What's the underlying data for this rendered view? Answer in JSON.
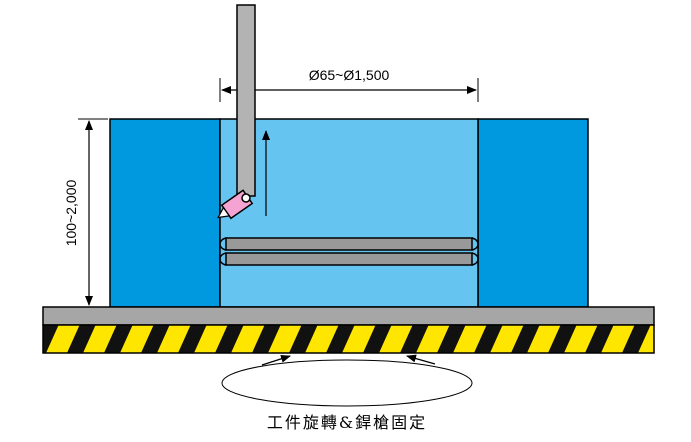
{
  "dimension_width": "Ø65~Ø1,500",
  "dimension_height": "100~2,000",
  "caption": "工件旋轉&銲槍固定",
  "colors": {
    "outer_blocks": "#0099e0",
    "inner_cavity": "#66c4f0",
    "base_plate": "#a6a6a6",
    "stripe_yellow": "#ffe600",
    "stripe_black": "#111111",
    "torch_body": "#b3b3b3",
    "torch_nozzle": "#f5a3d3",
    "pipe_fill": "#999999"
  }
}
